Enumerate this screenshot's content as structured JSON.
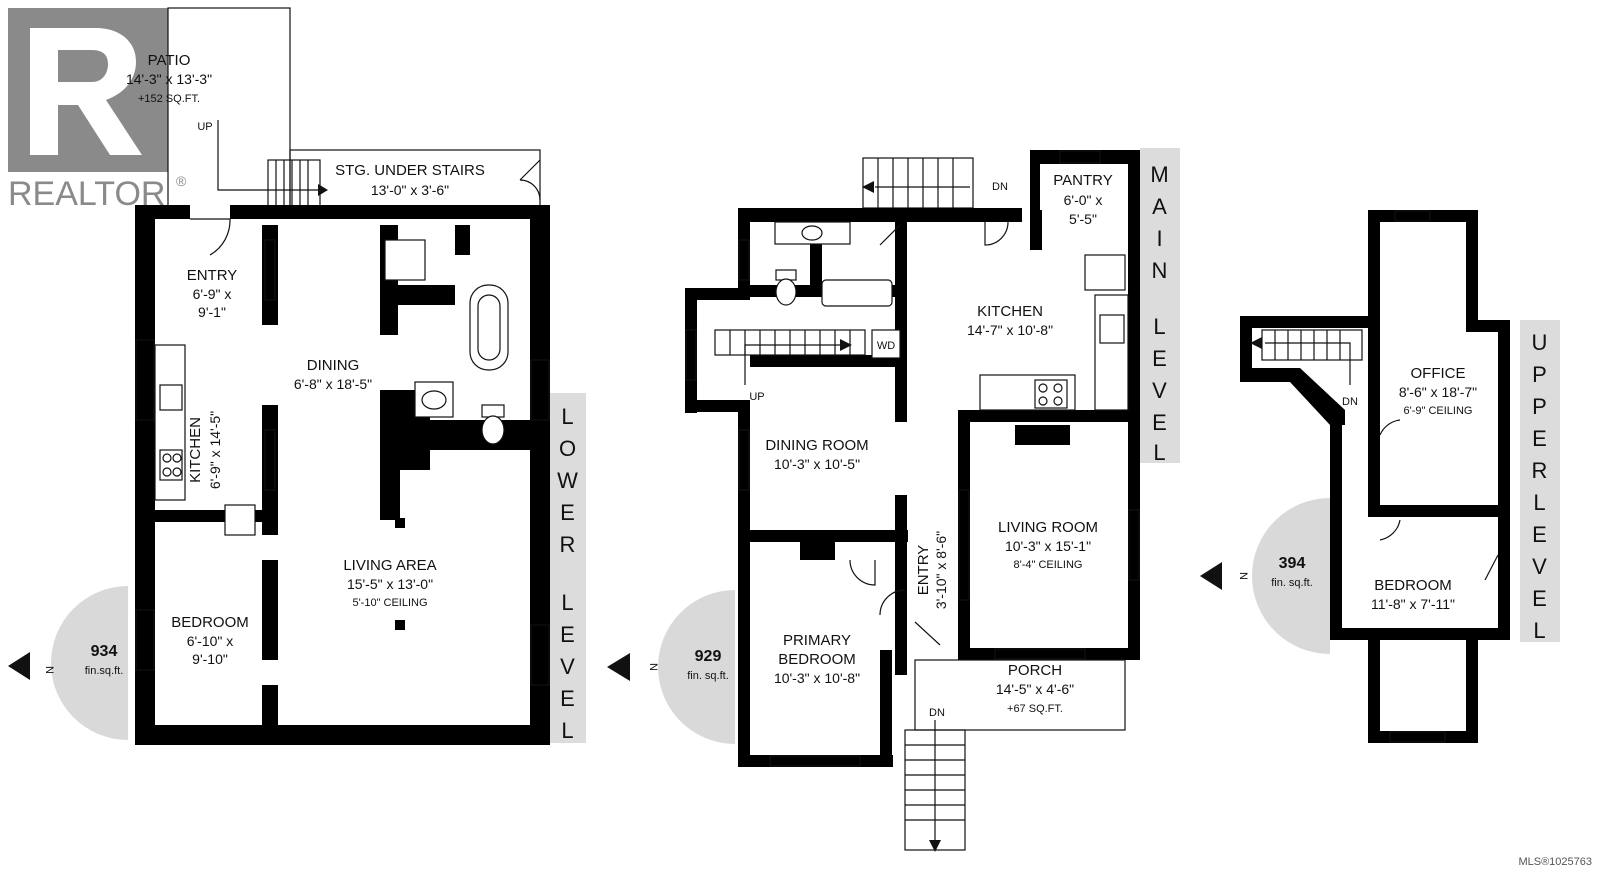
{
  "logo": {
    "text": "REALTOR",
    "symbol": "®"
  },
  "mls": "MLS®1025763",
  "lower_level": {
    "tab_label": "LOWER LEVEL",
    "sqft_value": "934",
    "sqft_unit": "fin.sq.ft.",
    "compass": "N",
    "rooms": {
      "patio": {
        "name": "PATIO",
        "dims": "14'-3\" x 13'-3\"",
        "extra": "+152 SQ.FT."
      },
      "storage": {
        "name": "STG. UNDER STAIRS",
        "dims": "13'-0\" x 3'-6\""
      },
      "entry": {
        "name": "ENTRY",
        "dims1": "6'-9\" x",
        "dims2": "9'-1\""
      },
      "dining": {
        "name": "DINING",
        "dims": "6'-8\" x 18'-5\""
      },
      "kitchen": {
        "name": "KITCHEN",
        "dims": "6'-9\" x 14'-5\""
      },
      "living": {
        "name": "LIVING AREA",
        "dims": "15'-5\" x 13'-0\"",
        "ceiling": "5'-10\" CEILING"
      },
      "bedroom": {
        "name": "BEDROOM",
        "dims1": "6'-10\" x",
        "dims2": "9'-10\""
      }
    },
    "up": "UP"
  },
  "main_level": {
    "tab_label": "MAIN LEVEL",
    "sqft_value": "929",
    "sqft_unit": "fin. sq.ft.",
    "compass": "N",
    "rooms": {
      "pantry": {
        "name": "PANTRY",
        "dims1": "6'-0\" x",
        "dims2": "5'-5\""
      },
      "kitchen": {
        "name": "KITCHEN",
        "dims": "14'-7\" x 10'-8\""
      },
      "dining": {
        "name": "DINING ROOM",
        "dims": "10'-3\" x 10'-5\""
      },
      "living": {
        "name": "LIVING ROOM",
        "dims": "10'-3\" x 15'-1\"",
        "ceiling": "8'-4\" CEILING"
      },
      "entry": {
        "name": "ENTRY",
        "dims": "3'-10\" x 8'-6\""
      },
      "primary": {
        "name1": "PRIMARY",
        "name2": "BEDROOM",
        "dims": "10'-3\" x 10'-8\""
      },
      "porch": {
        "name": "PORCH",
        "dims": "14'-5\" x 4'-6\"",
        "extra": "+67 SQ.FT."
      }
    },
    "dn_top": "DN",
    "dn_porch": "DN",
    "up": "UP",
    "wd": "WD"
  },
  "upper_level": {
    "tab_label": "UPPER LEVEL",
    "sqft_value": "394",
    "sqft_unit": "fin. sq.ft.",
    "compass": "N",
    "rooms": {
      "office": {
        "name": "OFFICE",
        "dims": "8'-6\" x 18'-7\"",
        "ceiling": "6'-9\" CEILING"
      },
      "bedroom": {
        "name": "BEDROOM",
        "dims": "11'-8\" x 7'-11\""
      }
    },
    "dn": "DN"
  },
  "colors": {
    "wall": "#000000",
    "tab_bg": "#dcdcdc",
    "compass": "#d9d9d9",
    "logo": "#8a8a8a"
  }
}
